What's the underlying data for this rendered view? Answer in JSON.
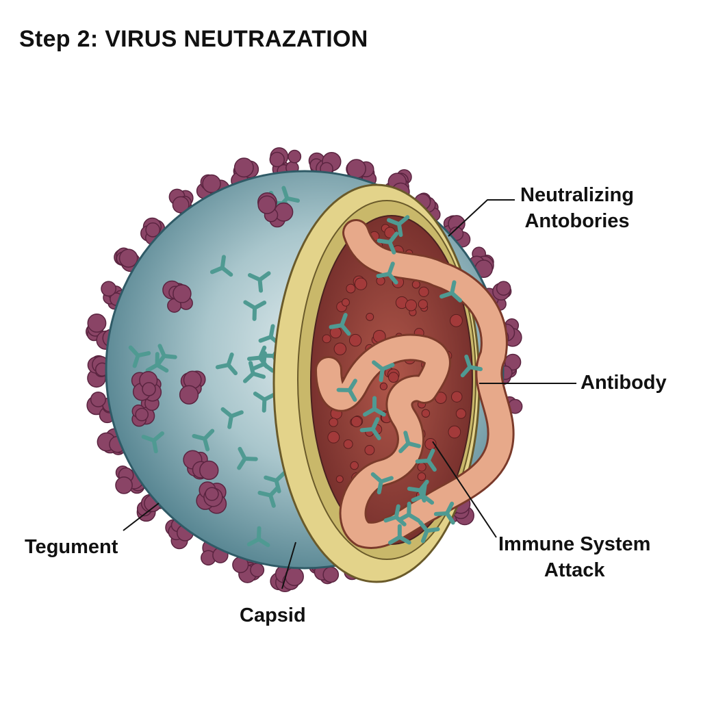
{
  "title": "Step 2: VIRUS NEUTRAZATION",
  "labels": {
    "neutralizing_line1": "Neutralizing",
    "neutralizing_line2": "Antobories",
    "antibody": "Antibody",
    "immune_line1": "Immune System",
    "immune_line2": "Attack",
    "tegument": "Tegument",
    "capsid": "Capsid"
  },
  "colors": {
    "envelope": "#6f9aa6",
    "spike": "#8a4466",
    "antibody": "#4f9a92",
    "capsid_ring": "#e3d38a",
    "interior": "#8e3b34",
    "genome": "#e7a98a"
  }
}
